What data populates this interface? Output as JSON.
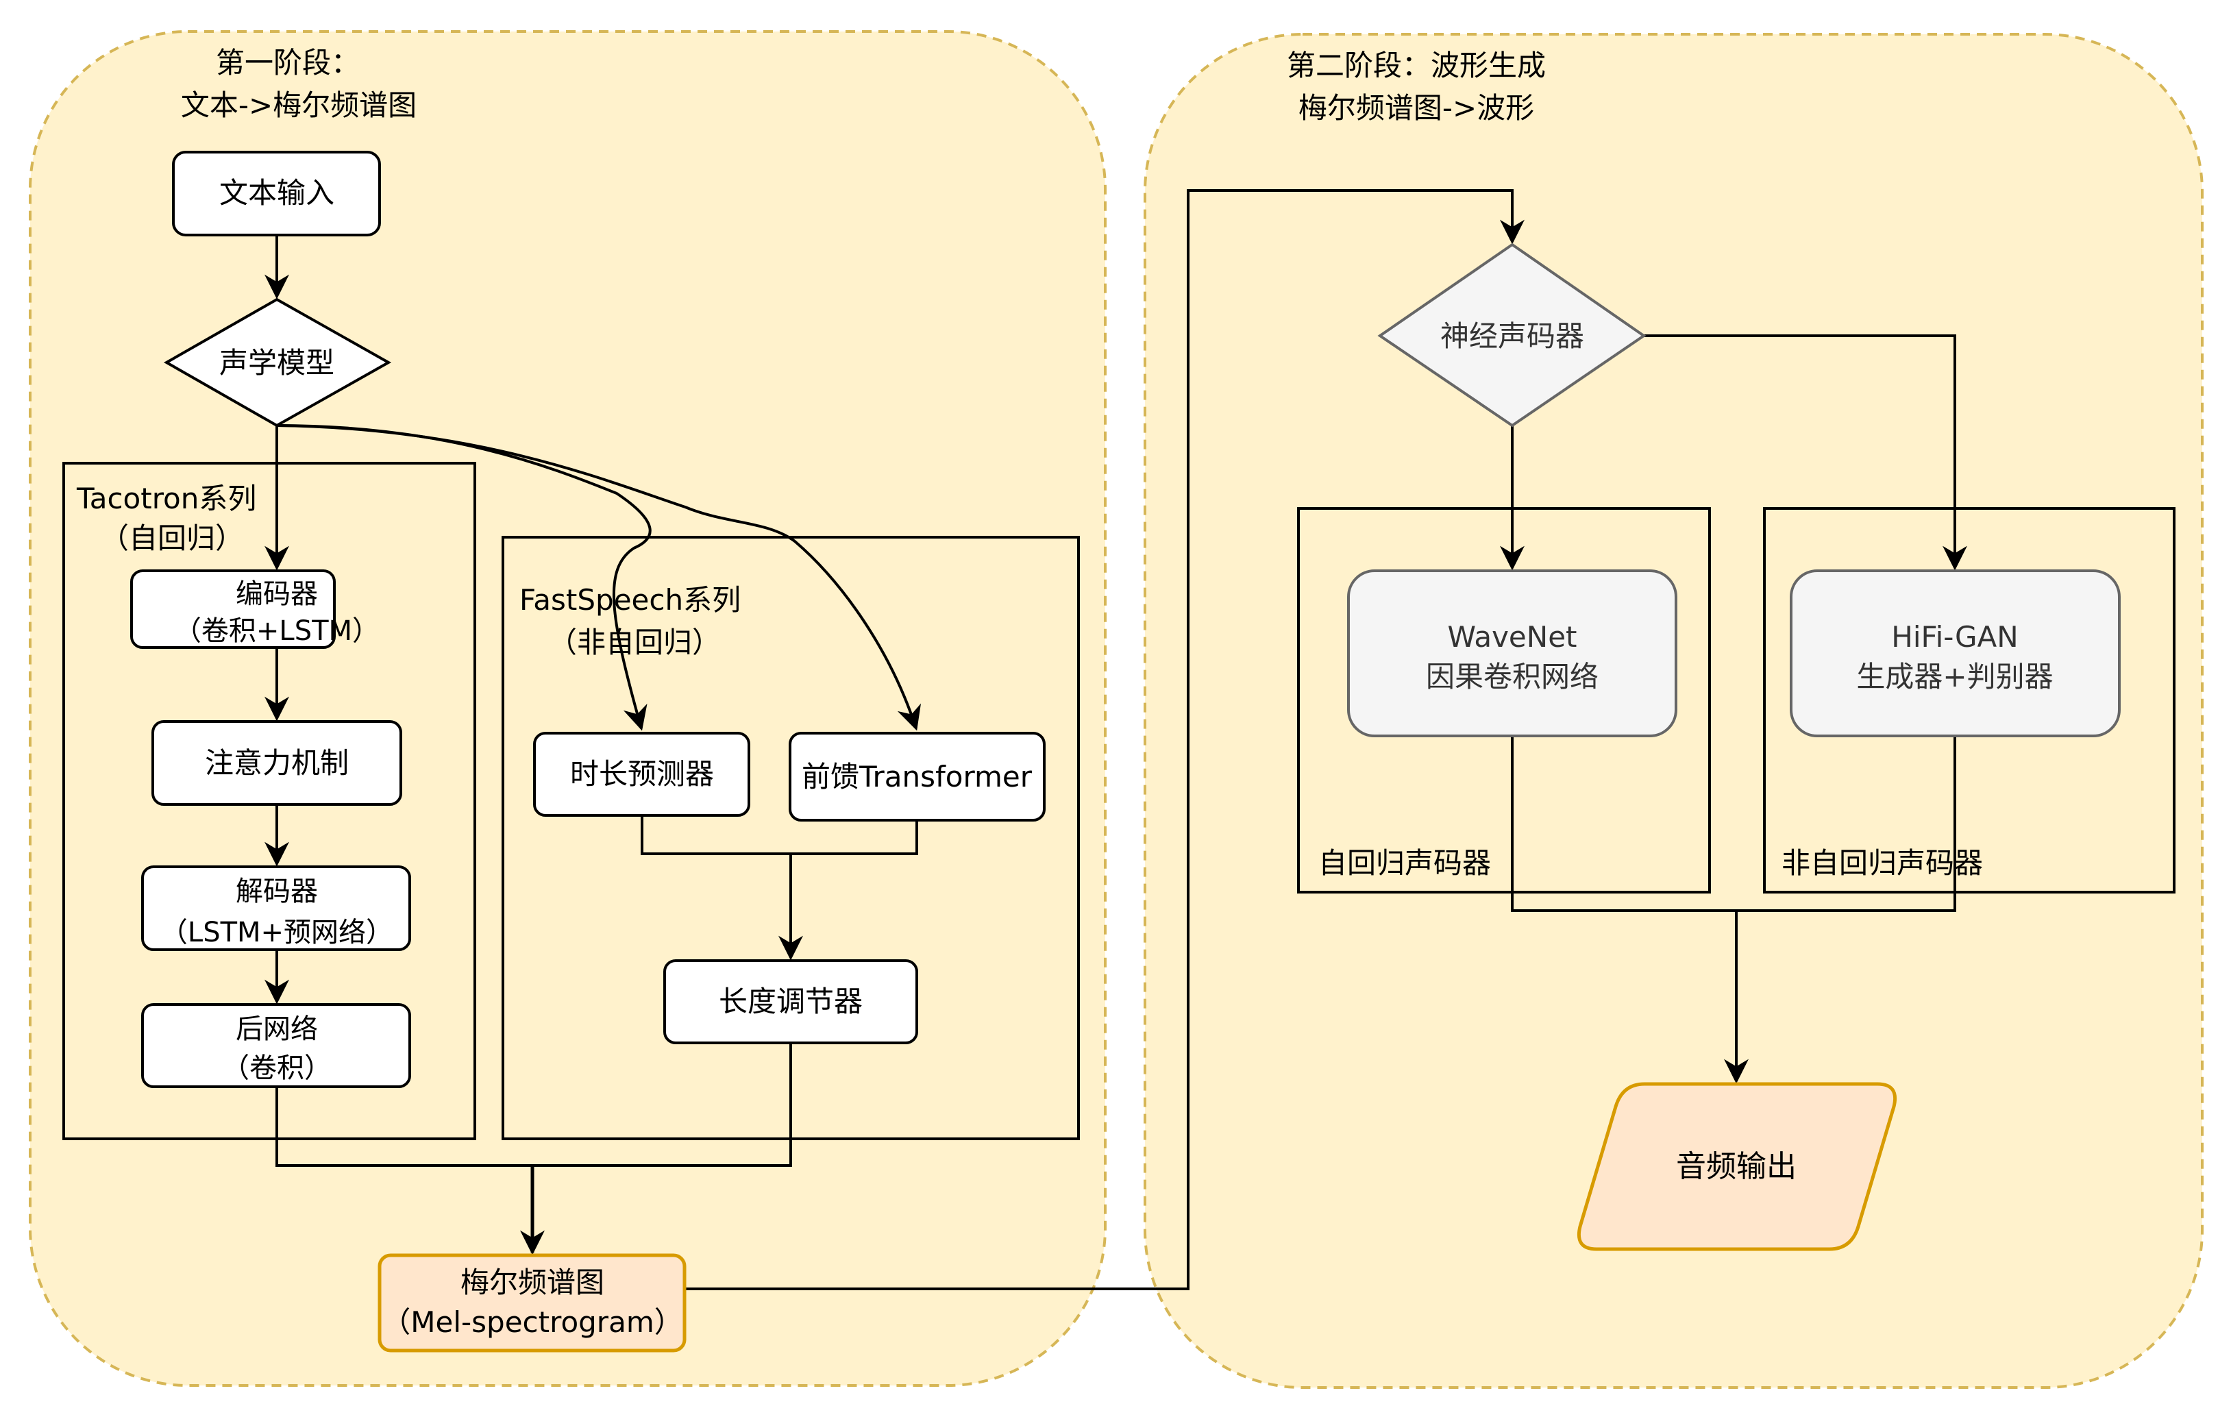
{
  "colors": {
    "stage_fill": "#fff2cc",
    "stage_stroke": "#d6b656",
    "node_fill": "#ffffff",
    "node_stroke": "#000000",
    "highlight_fill": "#ffe6cc",
    "highlight_stroke": "#d79b00",
    "vocoder_fill": "#f5f5f5",
    "vocoder_stroke": "#666666",
    "edge": "#000000"
  },
  "stage1": {
    "title_line1": "第一阶段：",
    "title_line2": "文本->梅尔频谱图",
    "text_input": "文本输入",
    "acoustic_model": "声学模型",
    "tacotron": {
      "title_line1": "Tacotron系列",
      "title_line2": "（自回归）",
      "encoder_line1": "编码器",
      "encoder_line2": "（卷积+LSTM）",
      "attention": "注意力机制",
      "decoder_line1": "解码器",
      "decoder_line2": "（LSTM+预网络）",
      "postnet_line1": "后网络",
      "postnet_line2": "（卷积）"
    },
    "fastspeech": {
      "title_line1": "FastSpeech系列",
      "title_line2": "（非自回归）",
      "duration_predictor": "时长预测器",
      "feedforward_transformer": "前馈Transformer",
      "length_regulator": "长度调节器"
    },
    "mel_line1": "梅尔频谱图",
    "mel_line2": "（Mel-spectrogram）"
  },
  "stage2": {
    "title_line1": "第二阶段：波形生成",
    "title_line2": "梅尔频谱图->波形",
    "neural_vocoder": "神经声码器",
    "autoregressive": {
      "label": "自回归声码器",
      "model_line1": "WaveNet",
      "model_line2": "因果卷积网络"
    },
    "non_autoregressive": {
      "label": "非自回归声码器",
      "model_line1": "HiFi-GAN",
      "model_line2": "生成器+判别器"
    },
    "audio_output": "音频输出"
  }
}
